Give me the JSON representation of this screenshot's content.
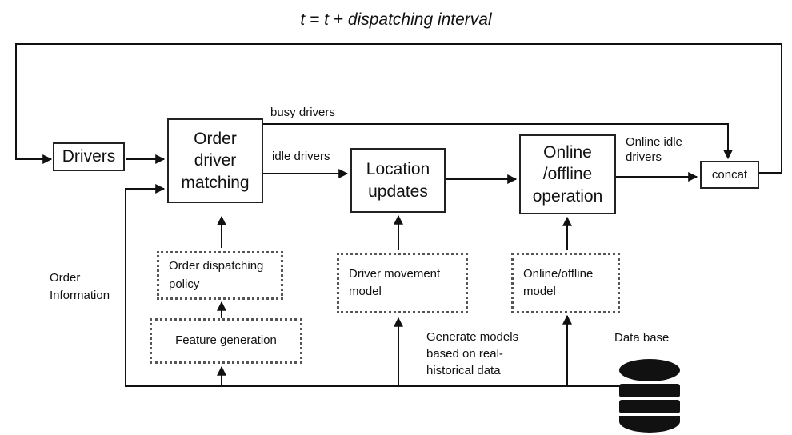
{
  "title": "t = t + dispatching interval",
  "boxes": {
    "drivers": "Drivers",
    "order_driver_matching": "Order\ndriver\nmatching",
    "location_updates": "Location\nupdates",
    "online_offline_operation": "Online\n/offline\noperation",
    "concat": "concat",
    "order_dispatching_policy": "Order dispatching\npolicy",
    "feature_generation": "Feature generation",
    "driver_movement_model": "Driver movement\nmodel",
    "online_offline_model": "Online/offline\nmodel"
  },
  "edge_labels": {
    "busy_drivers": "busy drivers",
    "idle_drivers": "idle drivers",
    "online_idle_drivers": "Online idle\ndrivers",
    "order_information": "Order\nInformation",
    "generate_models": "Generate models\nbased on real-\nhistorical data",
    "database": "Data base"
  },
  "icons": {
    "database": "database-icon"
  }
}
